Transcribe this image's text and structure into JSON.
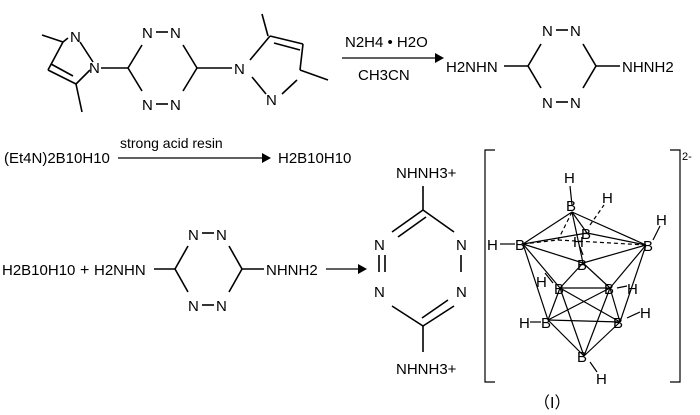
{
  "reaction1": {
    "pyrazole_n1": "N",
    "pyrazole_n2": "N",
    "tetrazine_n_tl": "N",
    "tetrazine_n_tr": "N",
    "tetrazine_n_bl": "N",
    "tetrazine_n_br": "N",
    "pyrazole2_n1": "N",
    "pyrazole2_n2": "N",
    "reagent_top": "N2H4 • H2O",
    "reagent_bottom": "CH3CN",
    "product_left": "H2NHN",
    "product_right": "NHNH2",
    "prod_n_tl": "N",
    "prod_n_tr": "N",
    "prod_n_bl": "N",
    "prod_n_br": "N"
  },
  "reaction2": {
    "reactant": "(Et4N)2B10H10",
    "reagent": "strong acid resin",
    "product": "H2B10H10"
  },
  "reaction3": {
    "reactant1": "H2B10H10",
    "plus": "+",
    "reactant2_left": "H2NHN",
    "reactant2_right": "NHNH2",
    "r_n_tl": "N",
    "r_n_tr": "N",
    "r_n_bl": "N",
    "r_n_br": "N",
    "cation_top": "NHNH3+",
    "cation_bottom": "NHNH3+",
    "c_n_tl": "N",
    "c_n_tr": "N",
    "c_n_bl": "N",
    "c_n_br": "N",
    "anion_charge": "2-",
    "boron": "B",
    "hydrogen": "H",
    "compound_label": "（I）"
  }
}
